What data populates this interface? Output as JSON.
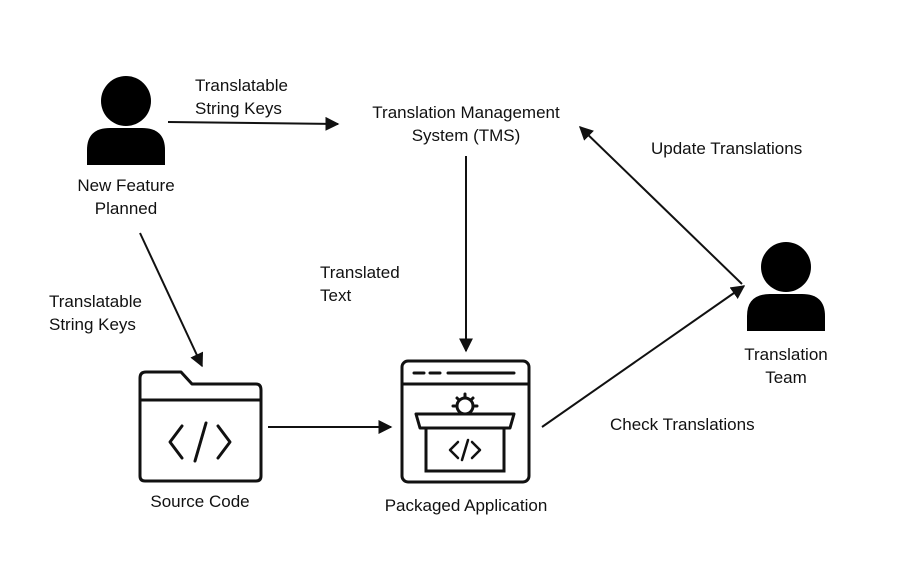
{
  "nodes": {
    "new_feature": {
      "line1": "New Feature",
      "line2": "Planned"
    },
    "tms": {
      "line1": "Translation Management",
      "line2": "System (TMS)"
    },
    "translation_team": {
      "line1": "Translation",
      "line2": "Team"
    },
    "source_code": {
      "label": "Source Code"
    },
    "packaged_app": {
      "label": "Packaged Application"
    }
  },
  "edges": {
    "feature_to_tms": {
      "line1": "Translatable",
      "line2": "String Keys"
    },
    "feature_to_source": {
      "line1": "Translatable",
      "line2": "String Keys"
    },
    "tms_to_app": {
      "line1": "Translated",
      "line2": "Text"
    },
    "team_to_tms": {
      "label": "Update Translations"
    },
    "app_to_team": {
      "label": "Check Translations"
    }
  },
  "icons": {
    "new_feature": "person-icon",
    "translation_team": "person-icon",
    "source_code": "code-folder-icon",
    "packaged_app": "app-package-icon"
  }
}
